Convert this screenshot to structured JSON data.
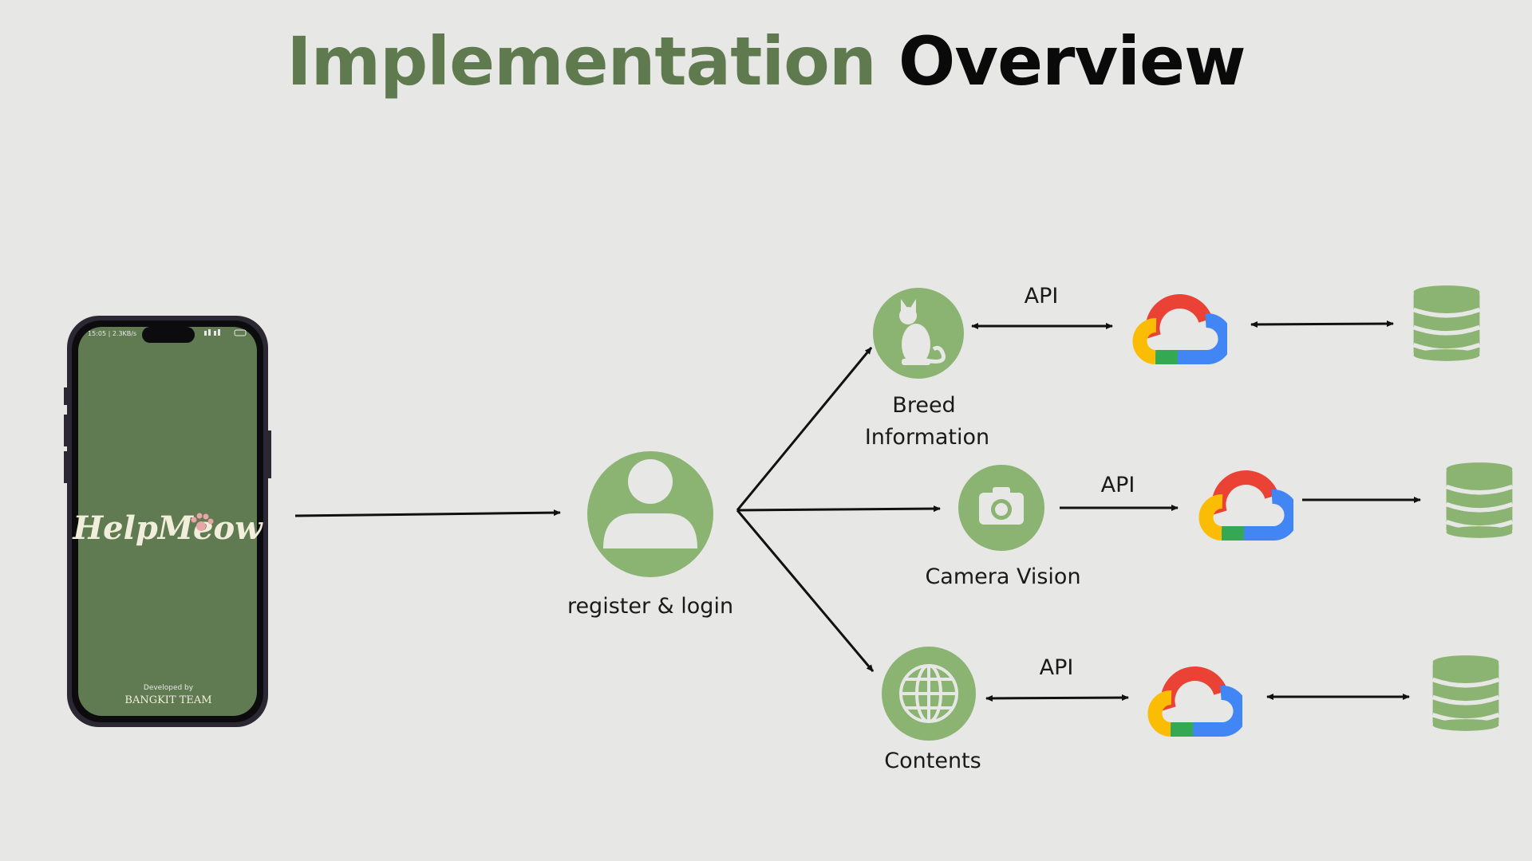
{
  "title": {
    "part1": "Implementation",
    "part2": "Overview"
  },
  "phone": {
    "status_time": "15:05 | 2.3KB/s",
    "app_logo": "HelpMeow",
    "developed_by": "Developed by",
    "team": "BANGKIT TEAM"
  },
  "nodes": {
    "user": {
      "label": "register & login",
      "icon": "user-icon"
    },
    "breed": {
      "label_line1": "Breed",
      "label_line2": "Information",
      "icon": "cat-icon"
    },
    "camera": {
      "label": "Camera Vision",
      "icon": "camera-icon"
    },
    "contents": {
      "label": "Contents",
      "icon": "globe-icon"
    }
  },
  "links": {
    "api1": "API",
    "api2": "API",
    "api3": "API"
  },
  "cloud": {
    "icon": "google-cloud-icon"
  },
  "database": {
    "icon": "database-icon"
  },
  "colors": {
    "accent_green": "#8bb472",
    "dark_green": "#5f7a4f",
    "phone_screen": "#607a52",
    "gc_red": "#ea4335",
    "gc_blue": "#4285f4",
    "gc_yellow": "#fbbc04",
    "gc_green": "#34a853"
  }
}
